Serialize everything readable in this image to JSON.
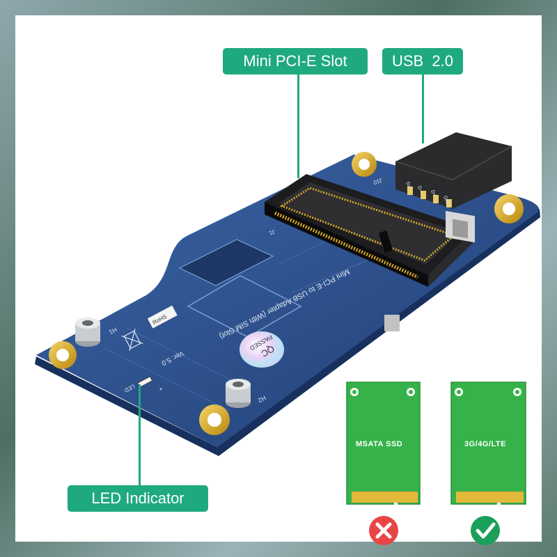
{
  "callouts": {
    "mini_pcie_slot": "Mini PCI-E Slot",
    "usb": "USB  2.0",
    "led_indicator": "LED Indicator"
  },
  "board": {
    "title": "Mini PCI-E to USB Adapter (With SIM Slot)",
    "version": "Ver: 5.0",
    "qc_line1": "QC",
    "qc_line2": "PASSED",
    "rohs": "RoHS",
    "led_marking": "LED",
    "plus_marking": "+",
    "h1": "H1",
    "h2": "H2",
    "j1": "J1",
    "j10": "J10",
    "pins": [
      "5V",
      "D-",
      "D+",
      "GND"
    ]
  },
  "cards": [
    {
      "label": "MSATA  SSD",
      "status": "incompatible",
      "status_color": "#e84545"
    },
    {
      "label": "3G/4G/LTE",
      "status": "compatible",
      "status_color": "#1aa05a"
    }
  ],
  "colors": {
    "accent": "#1fa97f",
    "pcb": "#2c4f8c",
    "card_green": "#35b34a"
  }
}
